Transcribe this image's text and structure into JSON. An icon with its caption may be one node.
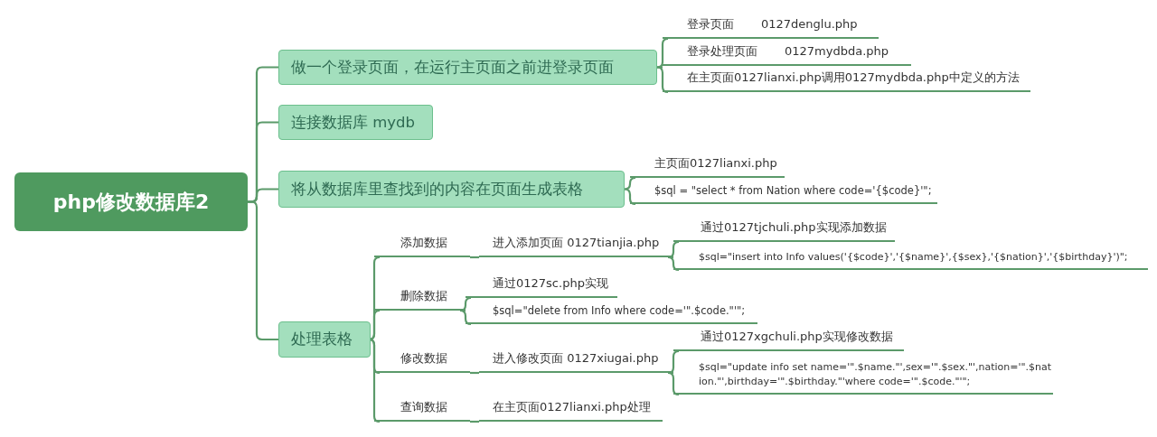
{
  "diagram": {
    "nodes": [
      {
        "text": [
          "php修改数据库2"
        ]
      },
      {
        "text": [
          "做一个登录页面，在运行主页面之前进登录页面"
        ]
      },
      {
        "text": [
          "登录页面",
          "0127denglu.php"
        ]
      },
      {
        "text": [
          "登录处理页面",
          "0127mydbda.php"
        ]
      },
      {
        "text": [
          "在主页面0127lianxi.php调用0127mydbda.php中定义的方法"
        ]
      },
      {
        "text": [
          "连接数据库 mydb"
        ]
      },
      {
        "text": [
          "将从数据库里查找到的内容在页面生成表格"
        ]
      },
      {
        "text": [
          "主页面0127lianxi.php"
        ]
      },
      {
        "text": [
          "$sql = \"select * from Nation where code='{$code}'\";"
        ]
      },
      {
        "text": [
          "处理表格"
        ]
      },
      {
        "text": [
          "添加数据"
        ]
      },
      {
        "text": [
          "进入添加页面 0127tianjia.php"
        ]
      },
      {
        "text": [
          "通过0127tjchuli.php实现添加数据"
        ]
      },
      {
        "text": [
          "$sql=\"insert into Info values('{$code}','{$name}',{$sex},'{$nation}','{$birthday}')\";"
        ]
      },
      {
        "text": [
          "删除数据"
        ]
      },
      {
        "text": [
          "通过0127sc.php实现"
        ]
      },
      {
        "text": [
          "$sql=\"delete from Info where code='\".$code.\"'\";"
        ]
      },
      {
        "text": [
          "修改数据"
        ]
      },
      {
        "text": [
          "进入修改页面 0127xiugai.php"
        ]
      },
      {
        "text": [
          "通过0127xgchuli.php实现修改数据"
        ]
      },
      {
        "text": [
          "$sql=\"update info set name='\".$name.\"',sex='\".$sex.\"',nation='\".$nation.\"',birthday='\".$birthday.\"'where code='\".$code.\"'\";"
        ]
      },
      {
        "text": [
          "查询数据"
        ]
      },
      {
        "text": [
          "在主页面0127lianxi.php处理"
        ]
      }
    ],
    "edges": [
      {
        "from": 0,
        "to": 1,
        "arrow": "none"
      },
      {
        "from": 0,
        "to": 5,
        "arrow": "none"
      },
      {
        "from": 0,
        "to": 6,
        "arrow": "none"
      },
      {
        "from": 0,
        "to": 9,
        "arrow": "none"
      },
      {
        "from": 1,
        "to": 2,
        "arrow": "none"
      },
      {
        "from": 1,
        "to": 3,
        "arrow": "none"
      },
      {
        "from": 1,
        "to": 4,
        "arrow": "none"
      },
      {
        "from": 6,
        "to": 7,
        "arrow": "none"
      },
      {
        "from": 6,
        "to": 8,
        "arrow": "none"
      },
      {
        "from": 9,
        "to": 10,
        "arrow": "none"
      },
      {
        "from": 9,
        "to": 14,
        "arrow": "none"
      },
      {
        "from": 9,
        "to": 17,
        "arrow": "none"
      },
      {
        "from": 9,
        "to": 21,
        "arrow": "none"
      },
      {
        "from": 10,
        "to": 11,
        "arrow": "none"
      },
      {
        "from": 11,
        "to": 12,
        "arrow": "none"
      },
      {
        "from": 11,
        "to": 13,
        "arrow": "none"
      },
      {
        "from": 14,
        "to": 15,
        "arrow": "none"
      },
      {
        "from": 14,
        "to": 16,
        "arrow": "none"
      },
      {
        "from": 17,
        "to": 18,
        "arrow": "none"
      },
      {
        "from": 18,
        "to": 19,
        "arrow": "none"
      },
      {
        "from": 18,
        "to": 20,
        "arrow": "none"
      },
      {
        "from": 21,
        "to": 22,
        "arrow": "none"
      }
    ]
  }
}
